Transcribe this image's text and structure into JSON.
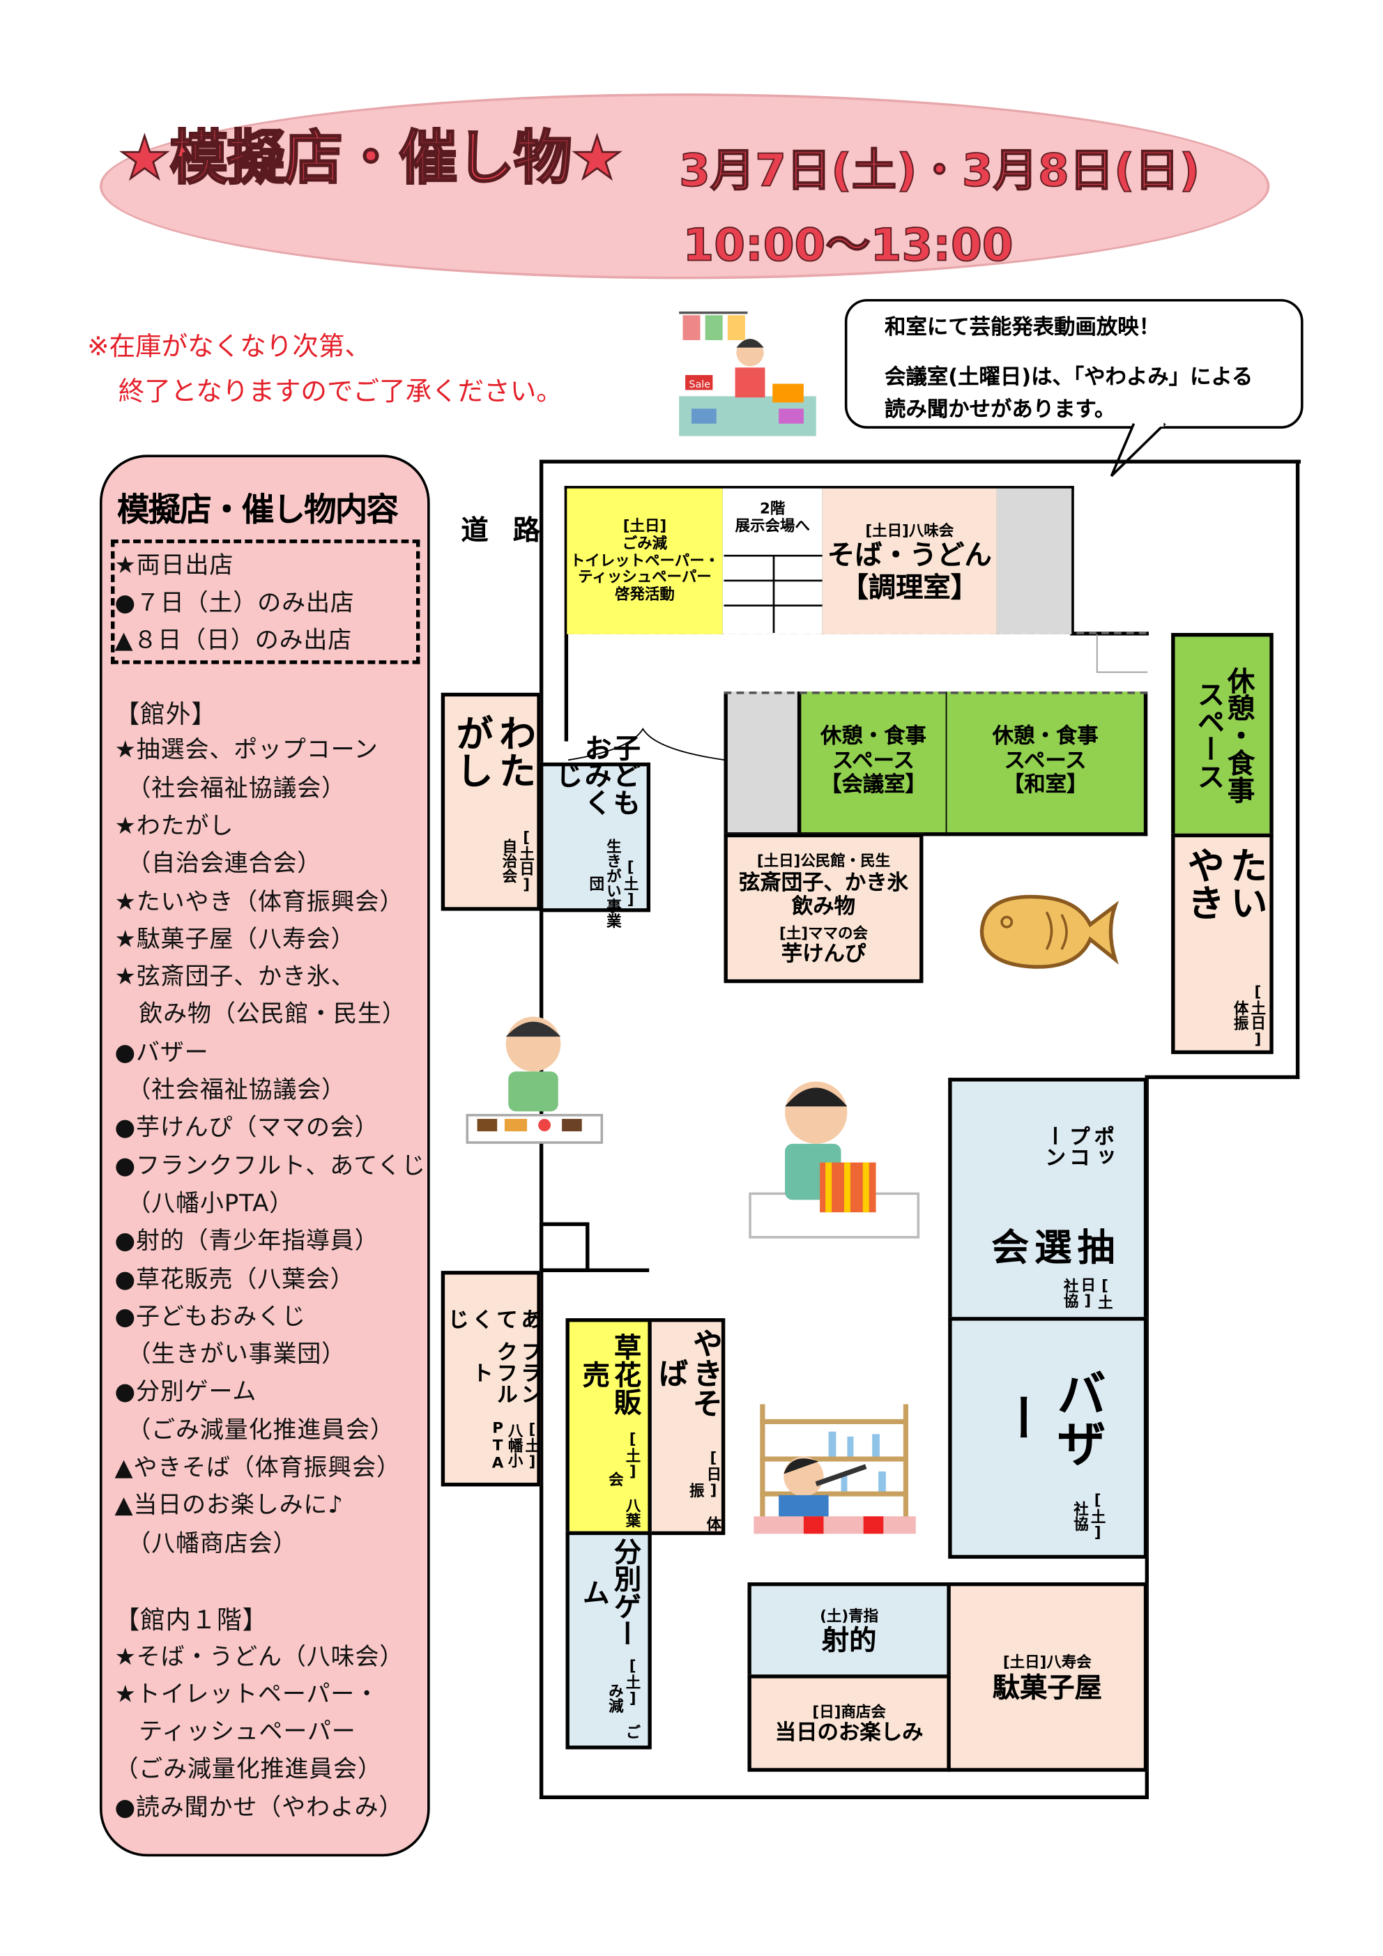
{
  "header": {
    "title": "★模擬店・催し物★",
    "date": "3月7日(土)・3月8日(日)",
    "time": "10:00〜13:00"
  },
  "notice": {
    "line1": "※在庫がなくなり次第、",
    "line2": "終了となりますのでご了承ください。"
  },
  "bubble": {
    "line1": "和室にて芸能発表動画放映！",
    "line2": "会議室(土曜日)は、「やわよみ」による",
    "line3": "読み聞かせがあります。"
  },
  "panel": {
    "title": "模擬店・催し物内容",
    "legend": [
      "★両日出店",
      "●７日（土）のみ出店",
      "▲８日（日）のみ出店"
    ],
    "lines": [
      "【館外】",
      "★抽選会、ポップコーン",
      "　（社会福祉協議会）",
      "★わたがし",
      "　（自治会連合会）",
      "★たいやき（体育振興会）",
      "★駄菓子屋（八寿会）",
      "★弦斎団子、かき氷、",
      "　飲み物（公民館・民生）",
      "●バザー",
      "　（社会福祉協議会）",
      "●芋けんぴ（ママの会）",
      "●フランクフルト、あてくじ",
      "　（八幡小PTA）",
      "●射的（青少年指導員）",
      "●草花販売（八葉会）",
      "●子どもおみくじ",
      "　（生きがい事業団）",
      "●分別ゲーム",
      "　（ごみ減量化推進員会）",
      "▲やきそば（体育振興会）",
      "▲当日のお楽しみに♪",
      "　（八幡商店会）",
      "",
      "【館内１階】",
      "★そば・うどん（八味会）",
      "★トイレットペーパー・",
      "　ティッシュペーパー",
      "（ごみ減量化推進員会）",
      "●読み聞かせ（やわよみ）"
    ]
  },
  "map": {
    "road": "道 路",
    "toilet": {
      "tag": "[土日]",
      "org": "ごみ減",
      "l1": "トイレットペーパー・",
      "l2": "ティッシュペーパー",
      "l3": "啓発活動"
    },
    "stairs": {
      "l1": "2階",
      "l2": "展示会場へ"
    },
    "soba": {
      "tag": "[土日]八味会",
      "name": "そば・うどん",
      "room": "【調理室】"
    },
    "rest1": {
      "l1": "休憩・食事",
      "l2": "スペース",
      "l3": "【会議室】"
    },
    "rest2": {
      "l1": "休憩・食事",
      "l2": "スペース",
      "l3": "【和室】"
    },
    "rest3": {
      "l1": "休憩・食事",
      "l2": "スペース"
    },
    "genzai": {
      "tag": "[土日]公民館・民生",
      "name": "弦斎団子、かき氷",
      "name2": "飲み物",
      "tag2": "[土]ママの会",
      "name3": "芋けんぴ"
    },
    "omikuji": {
      "tag": "[土]",
      "org": "生きがい事業団",
      "name": "子どもおみくじ"
    },
    "watagashi": {
      "tag": "[土日]",
      "org": "自治会",
      "name": "わたがし"
    },
    "taiyaki": {
      "tag": "[土日]",
      "org": "体振",
      "name": "たいやき"
    },
    "lottery": {
      "tag": "[土日]",
      "org": "社協",
      "name": "抽選会",
      "sub": "ポップコーン"
    },
    "bazaar": {
      "tag": "[土]",
      "org": "社協",
      "name": "バザー"
    },
    "frank": {
      "tag": "[土]",
      "org": "八幡小PTA",
      "name": "フランクフルト",
      "name2": "あてくじ"
    },
    "flower": {
      "tag": "[土]",
      "org": "八葉会",
      "name": "草花販売"
    },
    "yakisoba": {
      "tag": "[日]",
      "org": "体振",
      "name": "やきそば"
    },
    "sorting": {
      "tag": "[土]",
      "org": "ごみ減",
      "name": "分別ゲーム"
    },
    "shateki": {
      "tag": "(土)青指",
      "name": "射的"
    },
    "surprise": {
      "tag": "[日]商店会",
      "name": "当日のお楽しみ"
    },
    "dagashi": {
      "tag": "[土日]八寿会",
      "name": "駄菓子屋"
    }
  },
  "colors": {
    "title_red": "#e8404f",
    "header_pink": "#f8c6c8",
    "panel_pink": "#f9c7c7",
    "yellow": "#ffff66",
    "peach": "#fbe4d5",
    "green": "#92d050",
    "blue": "#dceaf2",
    "gray": "#d9d9d9"
  }
}
